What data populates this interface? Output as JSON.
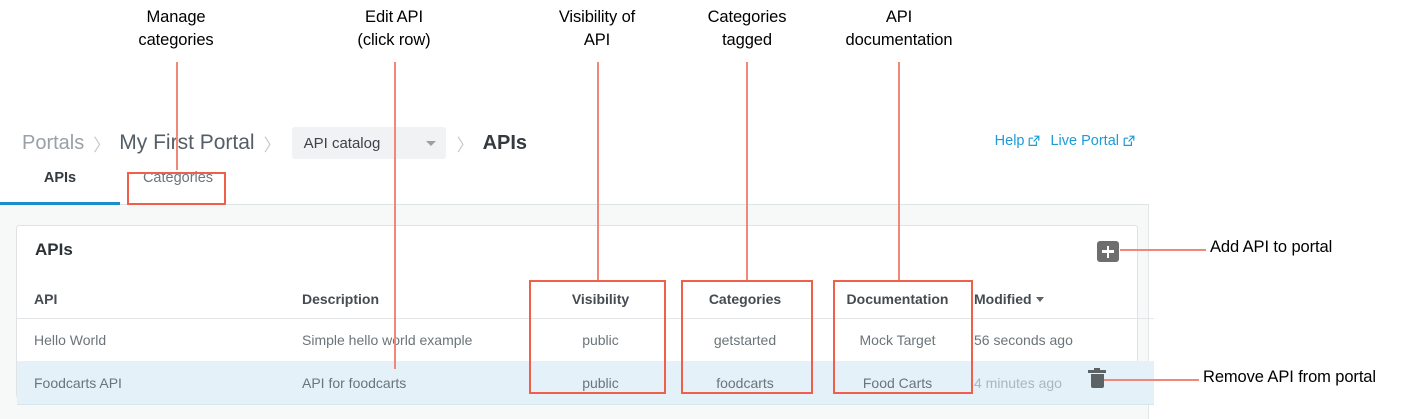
{
  "annotations": {
    "callouts": [
      {
        "id": "manage-categories",
        "text": "Manage\ncategories"
      },
      {
        "id": "edit-api",
        "text": "Edit API\n(click row)"
      },
      {
        "id": "visibility-of-api",
        "text": "Visibility of\nAPI"
      },
      {
        "id": "categories-tagged",
        "text": "Categories\ntagged"
      },
      {
        "id": "api-documentation",
        "text": "API\ndocumentation"
      },
      {
        "id": "add-api-to-portal",
        "text": "Add API to portal"
      },
      {
        "id": "remove-api-from-portal",
        "text": "Remove API from portal"
      }
    ],
    "line_color": "#f08878",
    "box_color": "#f05f4a"
  },
  "breadcrumb": {
    "portals": "Portals",
    "portal_name": "My First Portal",
    "catalog_select": "API catalog",
    "current": "APIs",
    "separator": "〉"
  },
  "top_links": {
    "help": "Help",
    "live_portal": "Live Portal",
    "external_icon": "external-link-icon",
    "color": "#1a9cd8"
  },
  "tabs": [
    {
      "label": "APIs",
      "active": true
    },
    {
      "label": "Categories",
      "active": false
    }
  ],
  "card": {
    "title": "APIs",
    "add_button_icon": "plus-icon",
    "delete_button_icon": "trash-icon"
  },
  "table": {
    "columns": [
      "API",
      "Description",
      "Visibility",
      "Categories",
      "Documentation",
      "Modified"
    ],
    "sort_column": "Modified",
    "sort_direction": "desc",
    "rows": [
      {
        "api": "Hello World",
        "description": "Simple hello world example",
        "visibility": "public",
        "categories": "getstarted",
        "documentation": "Mock Target",
        "modified": "56 seconds ago",
        "selected": false
      },
      {
        "api": "Foodcarts API",
        "description": "API for foodcarts",
        "visibility": "public",
        "categories": "foodcarts",
        "documentation": "Food Carts",
        "modified": "4 minutes ago",
        "selected": true
      }
    ]
  }
}
